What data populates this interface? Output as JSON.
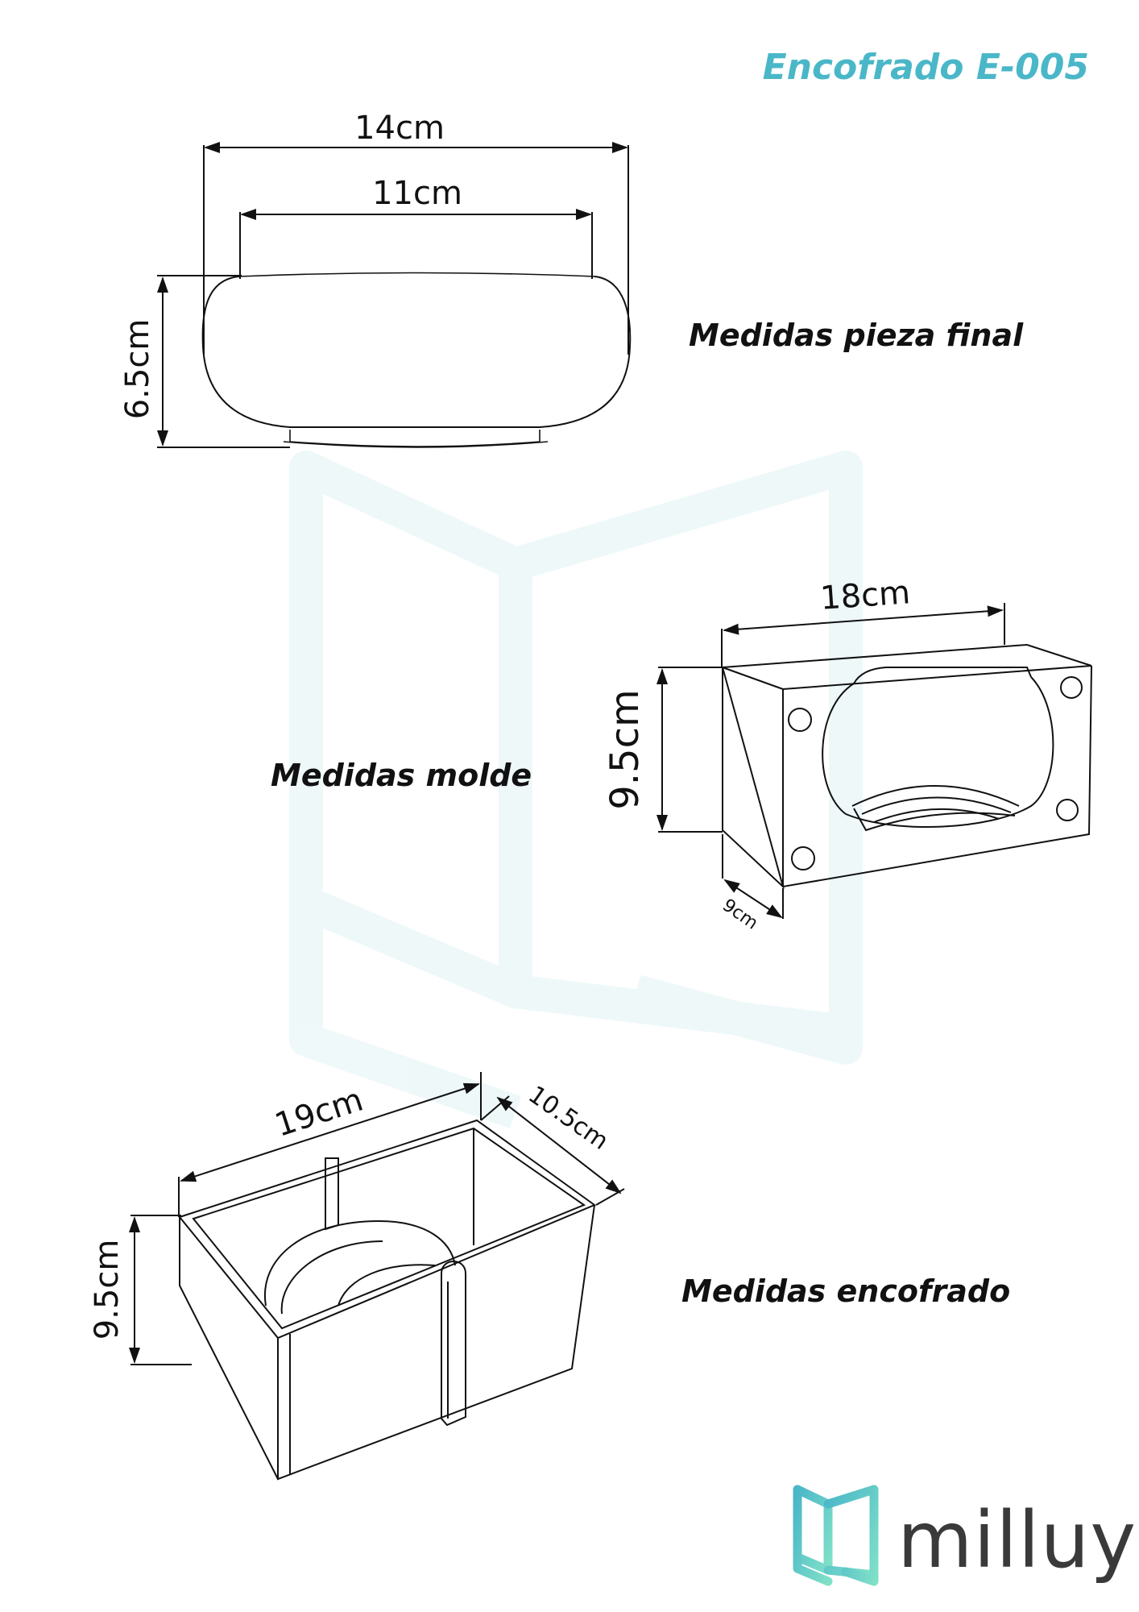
{
  "title": "Encofrado E-005",
  "sections": {
    "pieza_final": {
      "caption": "Medidas pieza final",
      "dim_width_outer": "14cm",
      "dim_width_inner": "11cm",
      "dim_height": "6.5cm"
    },
    "molde": {
      "caption": "Medidas molde",
      "dim_width": "18cm",
      "dim_height": "9.5cm",
      "dim_depth": "9cm"
    },
    "encofrado": {
      "caption": "Medidas encofrado",
      "dim_width": "19cm",
      "dim_depth": "10.5cm",
      "dim_height": "9.5cm"
    }
  },
  "brand": {
    "name": "milluy",
    "logo_icon": "milluy-logo-icon",
    "colors": {
      "accent": "#4ab7c8",
      "accent_light": "#7fe0c8",
      "text": "#3a3a3a"
    }
  },
  "watermark_icon": "milluy-logo-watermark"
}
